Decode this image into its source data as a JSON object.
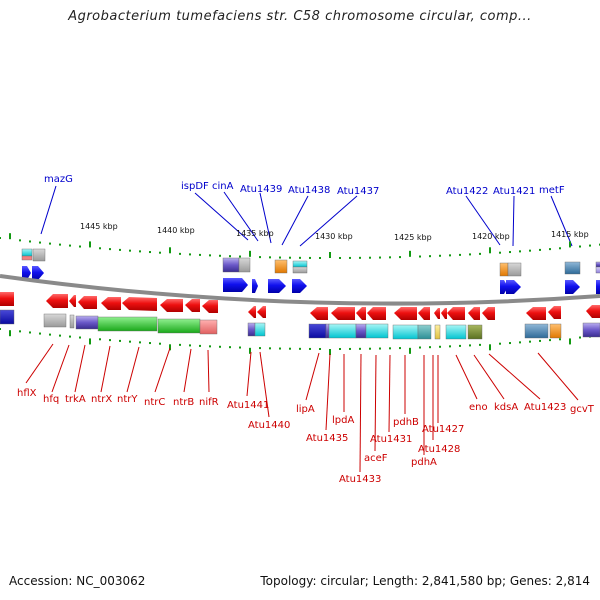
{
  "title": "Agrobacterium tumefaciens str. C58 chromosome circular, comp...",
  "footer": {
    "accession": "Accession: NC_003062",
    "topology": "Topology: circular; Length: 2,841,580 bp; Genes: 2,814"
  },
  "colors": {
    "label_top": "#0000cc",
    "label_bottom": "#cc0000",
    "forward_arrow": "#0000ee",
    "reverse_arrow": "#ee0000",
    "tick": "#119911",
    "backbone": "#888888"
  },
  "kbp_ticks": [
    "1445 kbp",
    "1440 kbp",
    "1435 kbp",
    "1430 kbp",
    "1425 kbp",
    "1420 kbp",
    "1415 kbp"
  ],
  "top_genes": [
    "mazG",
    "ispDF",
    "cinA",
    "Atu1439",
    "Atu1438",
    "Atu1437",
    "Atu1422",
    "Atu1421",
    "metF"
  ],
  "bottom_genes": [
    "hflX",
    "hfq",
    "trkA",
    "ntrX",
    "ntrY",
    "ntrC",
    "ntrB",
    "nifR",
    "Atu1441",
    "Atu1440",
    "lipA",
    "Atu1435",
    "lpdA",
    "Atu1433",
    "aceF",
    "Atu1431",
    "pdhB",
    "pdhA",
    "Atu1428",
    "Atu1427",
    "eno",
    "kdsA",
    "Atu1423",
    "gcvT"
  ]
}
